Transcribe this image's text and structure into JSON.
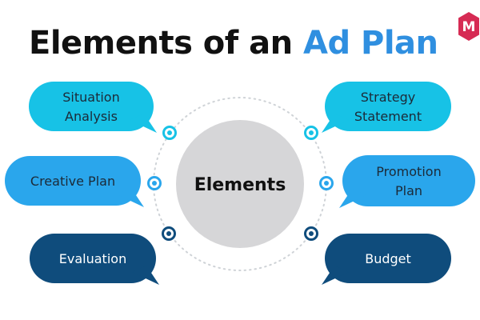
{
  "title": {
    "prefix": "Elements of an ",
    "highlight": "Ad Plan"
  },
  "brand": {
    "logo_letter": "M",
    "logo_color": "#d62b54"
  },
  "center": {
    "label": "Elements",
    "color": "#d6d6d8"
  },
  "colors": {
    "title_accent": "#2f8fe0",
    "cyan": "#17c2e6",
    "sky_blue": "#2aa6ec",
    "navy": "#0f4c7c",
    "connector_ring": "#cfd3d7"
  },
  "elements": [
    {
      "lines": [
        "Situation",
        "Analysis"
      ],
      "color_key": "cyan",
      "side": "left",
      "row": 0
    },
    {
      "lines": [
        "Creative Plan"
      ],
      "color_key": "sky_blue",
      "side": "left",
      "row": 1
    },
    {
      "lines": [
        "Evaluation"
      ],
      "color_key": "navy",
      "side": "left",
      "row": 2
    },
    {
      "lines": [
        "Strategy",
        "Statement"
      ],
      "color_key": "cyan",
      "side": "right",
      "row": 0
    },
    {
      "lines": [
        "Promotion",
        "Plan"
      ],
      "color_key": "sky_blue",
      "side": "right",
      "row": 1
    },
    {
      "lines": [
        "Budget"
      ],
      "color_key": "navy",
      "side": "right",
      "row": 2
    }
  ]
}
